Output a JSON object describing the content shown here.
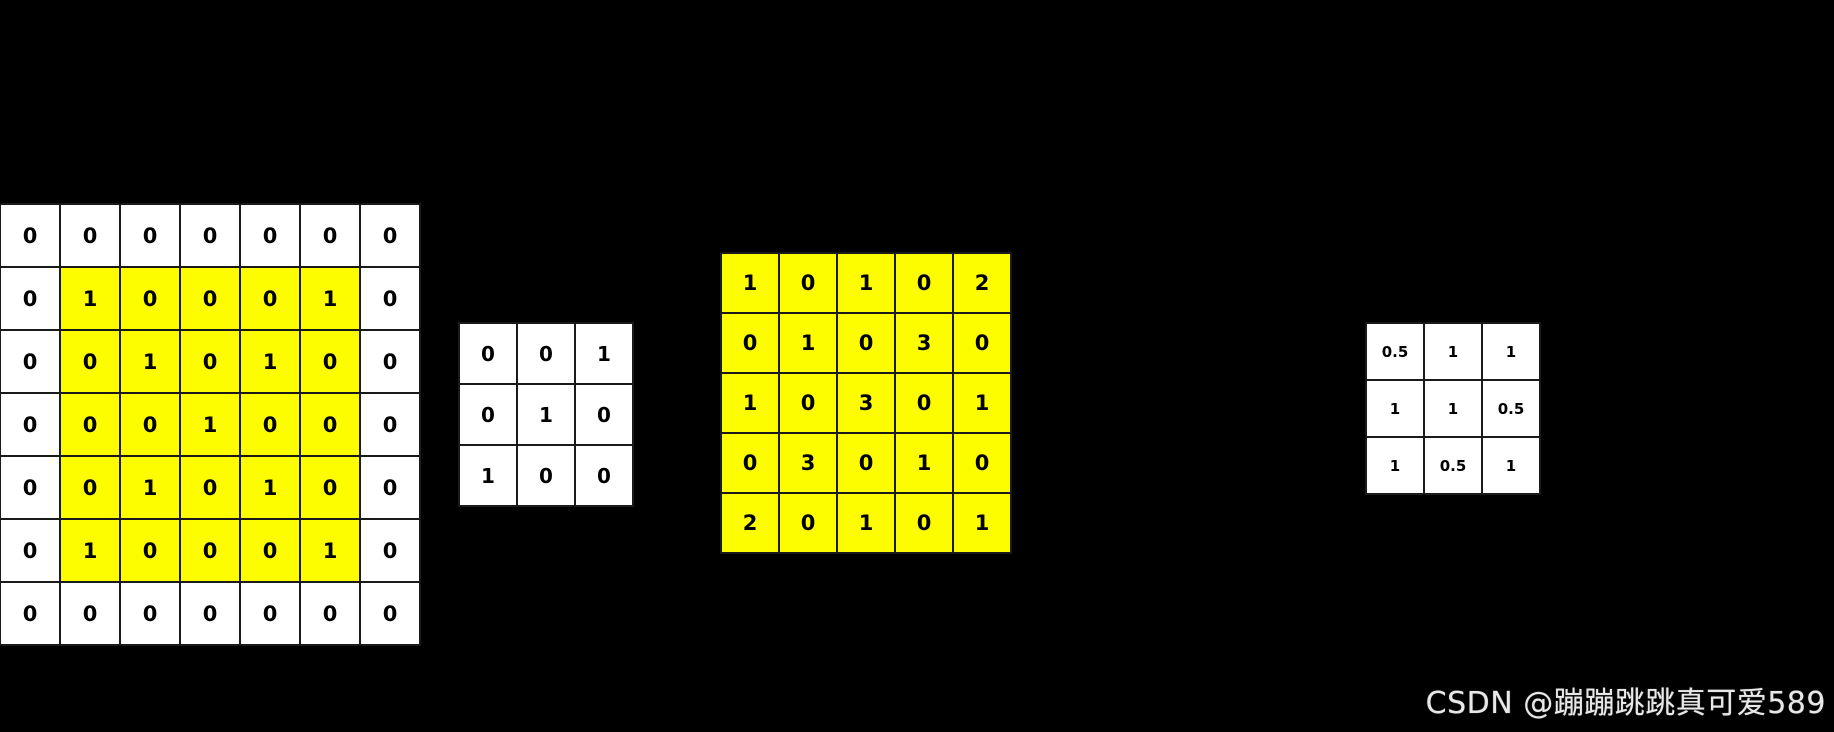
{
  "background_color": "#000000",
  "highlight_color": "#fdfd00",
  "cell_color": "#ffffff",
  "border_color": "#1a1a1a",
  "text_color": "#000000",
  "watermark": {
    "text": "CSDN @蹦蹦跳跳真可爱589",
    "color": "#e8e8e8"
  },
  "chart_data": {
    "type": "table",
    "title": "",
    "matrices": [
      {
        "name": "padded-input-matrix",
        "rows": 7,
        "cols": 7,
        "values": [
          [
            "0",
            "0",
            "0",
            "0",
            "0",
            "0",
            "0"
          ],
          [
            "0",
            "1",
            "0",
            "0",
            "0",
            "1",
            "0"
          ],
          [
            "0",
            "0",
            "1",
            "0",
            "1",
            "0",
            "0"
          ],
          [
            "0",
            "0",
            "0",
            "1",
            "0",
            "0",
            "0"
          ],
          [
            "0",
            "0",
            "1",
            "0",
            "1",
            "0",
            "0"
          ],
          [
            "0",
            "1",
            "0",
            "0",
            "0",
            "1",
            "0"
          ],
          [
            "0",
            "0",
            "0",
            "0",
            "0",
            "0",
            "0"
          ]
        ],
        "highlight": [
          [
            false,
            false,
            false,
            false,
            false,
            false,
            false
          ],
          [
            false,
            true,
            true,
            true,
            true,
            true,
            false
          ],
          [
            false,
            true,
            true,
            true,
            true,
            true,
            false
          ],
          [
            false,
            true,
            true,
            true,
            true,
            true,
            false
          ],
          [
            false,
            true,
            true,
            true,
            true,
            true,
            false
          ],
          [
            false,
            true,
            true,
            true,
            true,
            true,
            false
          ],
          [
            false,
            false,
            false,
            false,
            false,
            false,
            false
          ]
        ]
      },
      {
        "name": "kernel-matrix",
        "rows": 3,
        "cols": 3,
        "values": [
          [
            "0",
            "0",
            "1"
          ],
          [
            "0",
            "1",
            "0"
          ],
          [
            "1",
            "0",
            "0"
          ]
        ],
        "highlight": [
          [
            false,
            false,
            false
          ],
          [
            false,
            false,
            false
          ],
          [
            false,
            false,
            false
          ]
        ]
      },
      {
        "name": "output-matrix",
        "rows": 5,
        "cols": 5,
        "values": [
          [
            "1",
            "0",
            "1",
            "0",
            "2"
          ],
          [
            "0",
            "1",
            "0",
            "3",
            "0"
          ],
          [
            "1",
            "0",
            "3",
            "0",
            "1"
          ],
          [
            "0",
            "3",
            "0",
            "1",
            "0"
          ],
          [
            "2",
            "0",
            "1",
            "0",
            "1"
          ]
        ],
        "highlight": [
          [
            true,
            true,
            true,
            true,
            true
          ],
          [
            true,
            true,
            true,
            true,
            true
          ],
          [
            true,
            true,
            true,
            true,
            true
          ],
          [
            true,
            true,
            true,
            true,
            true
          ],
          [
            true,
            true,
            true,
            true,
            true
          ]
        ]
      },
      {
        "name": "normalized-matrix",
        "rows": 3,
        "cols": 3,
        "values": [
          [
            "0.5",
            "1",
            "1"
          ],
          [
            "1",
            "1",
            "0.5"
          ],
          [
            "1",
            "0.5",
            "1"
          ]
        ],
        "highlight": [
          [
            false,
            false,
            false
          ],
          [
            false,
            false,
            false
          ],
          [
            false,
            false,
            false
          ]
        ]
      }
    ]
  }
}
